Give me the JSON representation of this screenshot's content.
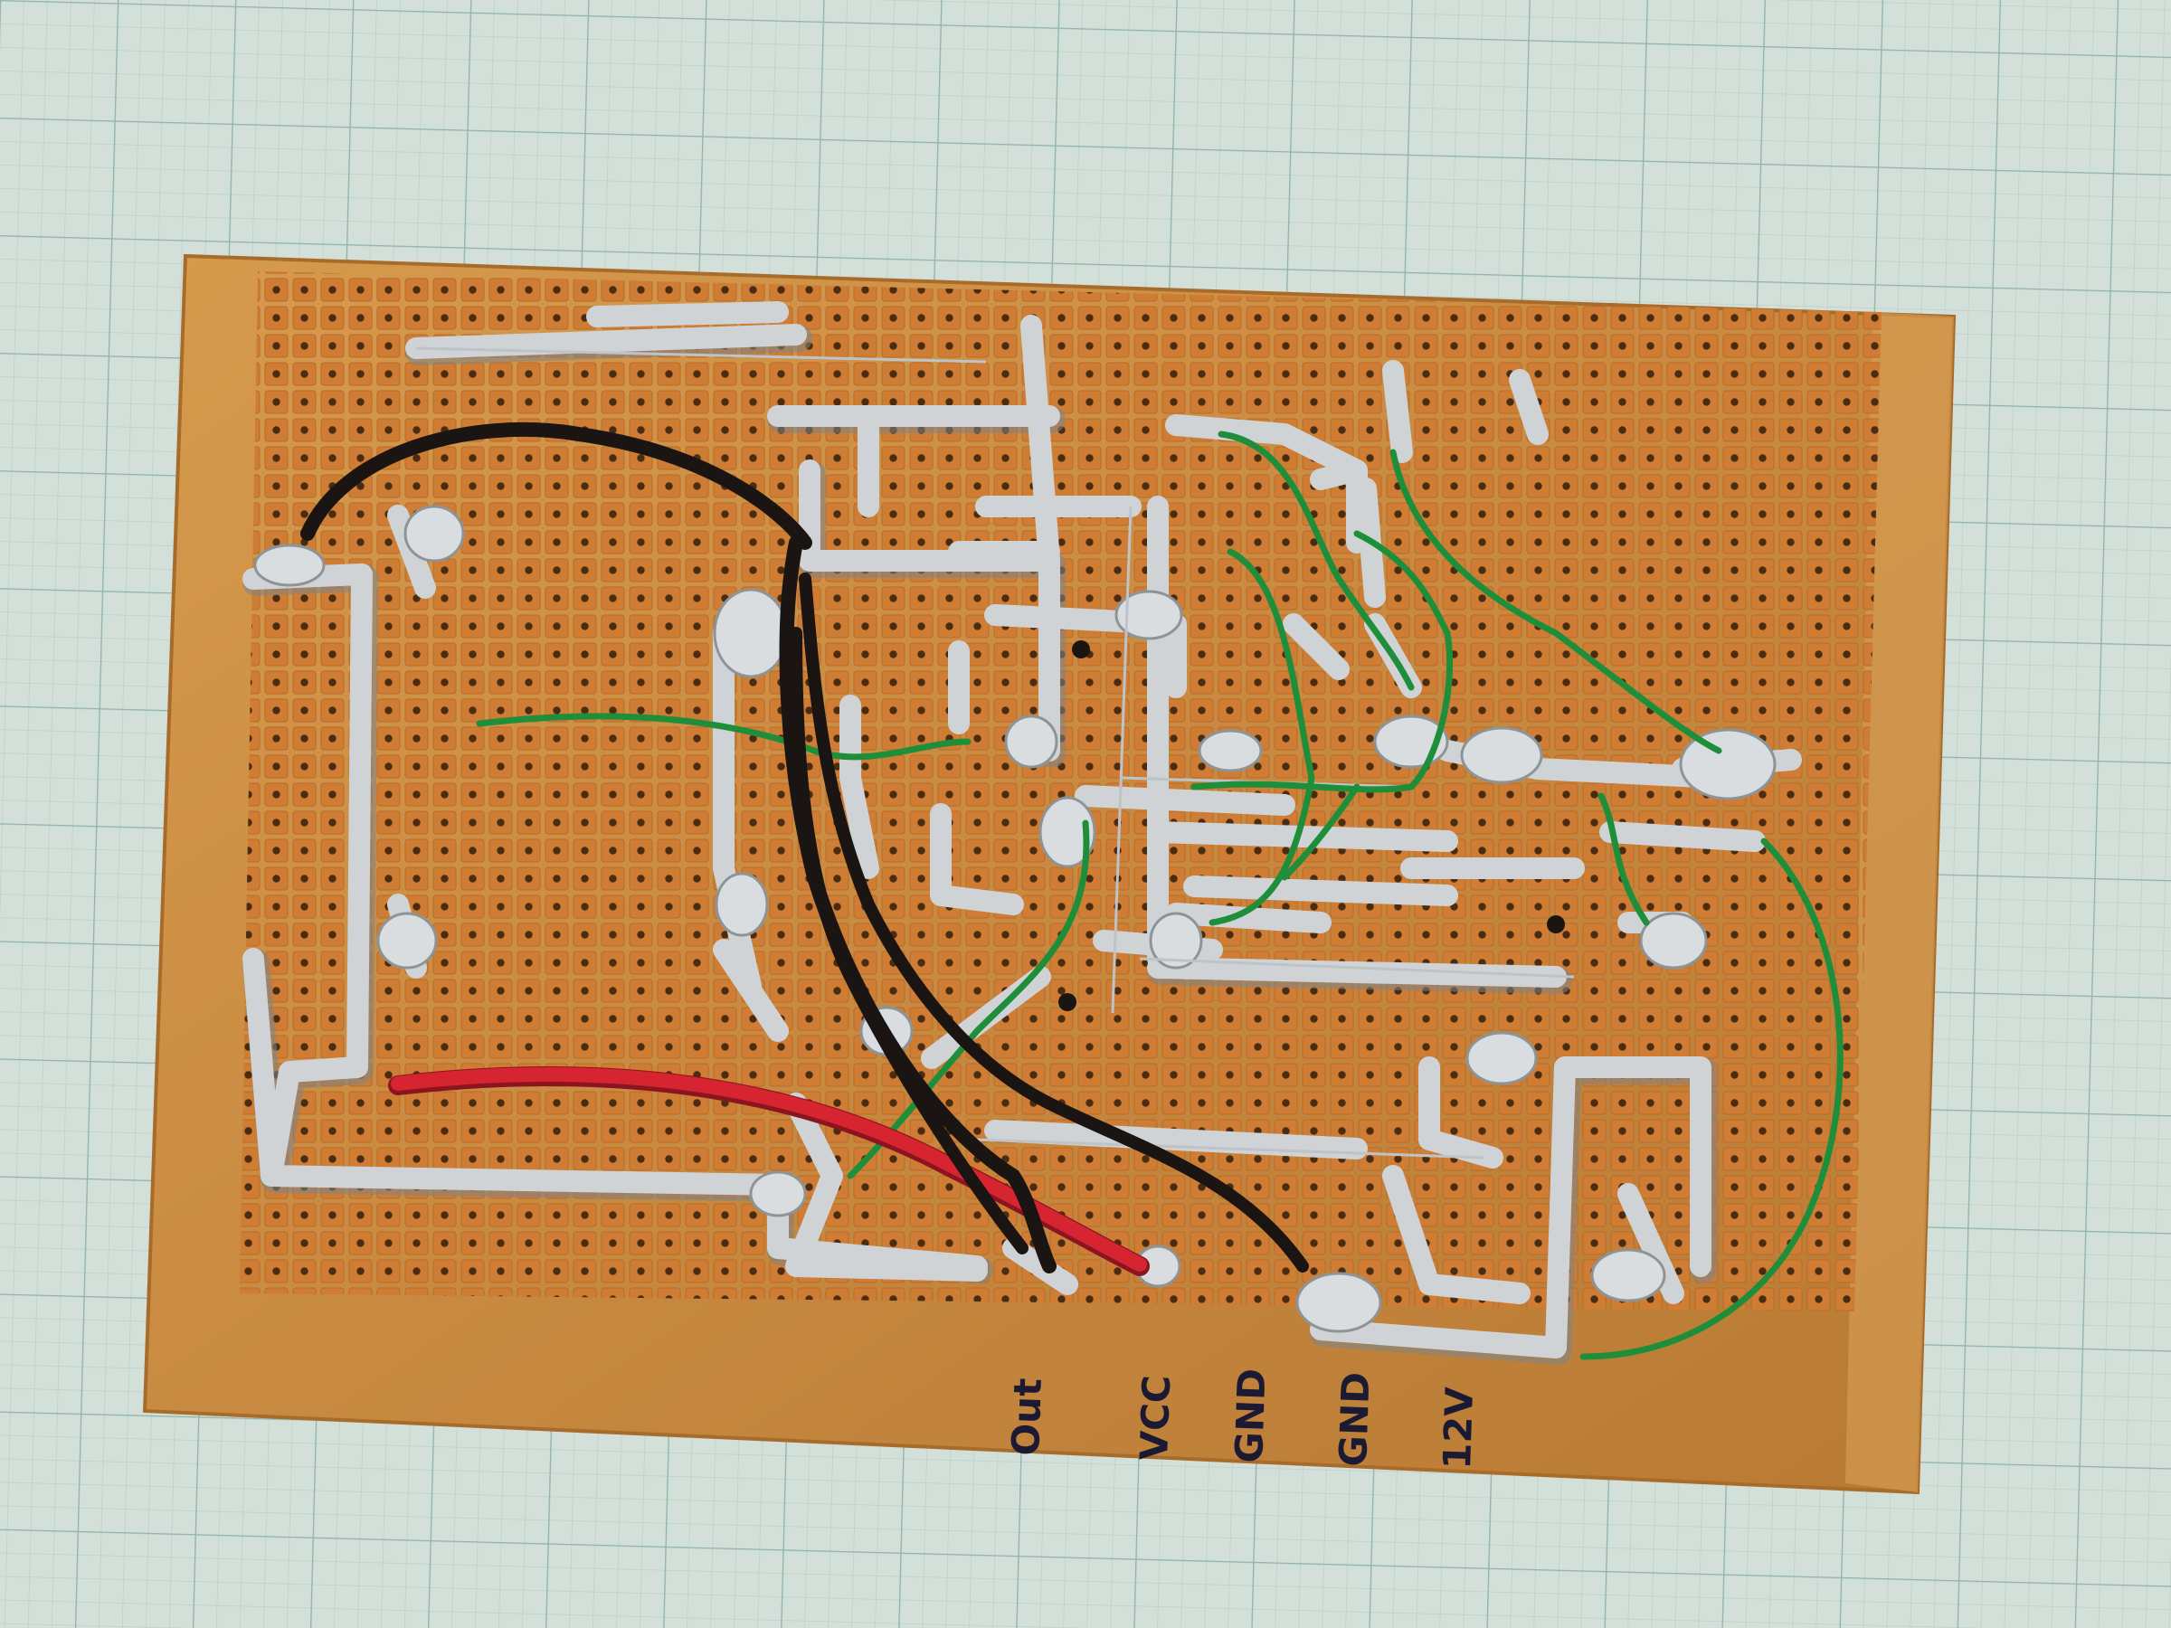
{
  "image": {
    "subject": "perfboard-solder-side",
    "background": "graph-paper"
  },
  "colors": {
    "graph_paper": "#d3dfd9",
    "grid_fine": "#b9cdc4",
    "grid_major": "#8fb5a8",
    "board": "#c88a3f",
    "board_edge": "#b9772f",
    "pad": "#cf7d34",
    "solder": "#cfd3d6",
    "solder_shadow": "#7e858a",
    "wire_black": "#1a1512",
    "wire_red": "#d62430",
    "wire_green": "#1f8e3b",
    "ink": "#1c1a33"
  },
  "board_labels": [
    {
      "id": "out",
      "text": "Out"
    },
    {
      "id": "vcc",
      "text": "VCC"
    },
    {
      "id": "gnd1",
      "text": "GND"
    },
    {
      "id": "gnd2",
      "text": "GND"
    },
    {
      "id": "v12",
      "text": "12V"
    }
  ]
}
